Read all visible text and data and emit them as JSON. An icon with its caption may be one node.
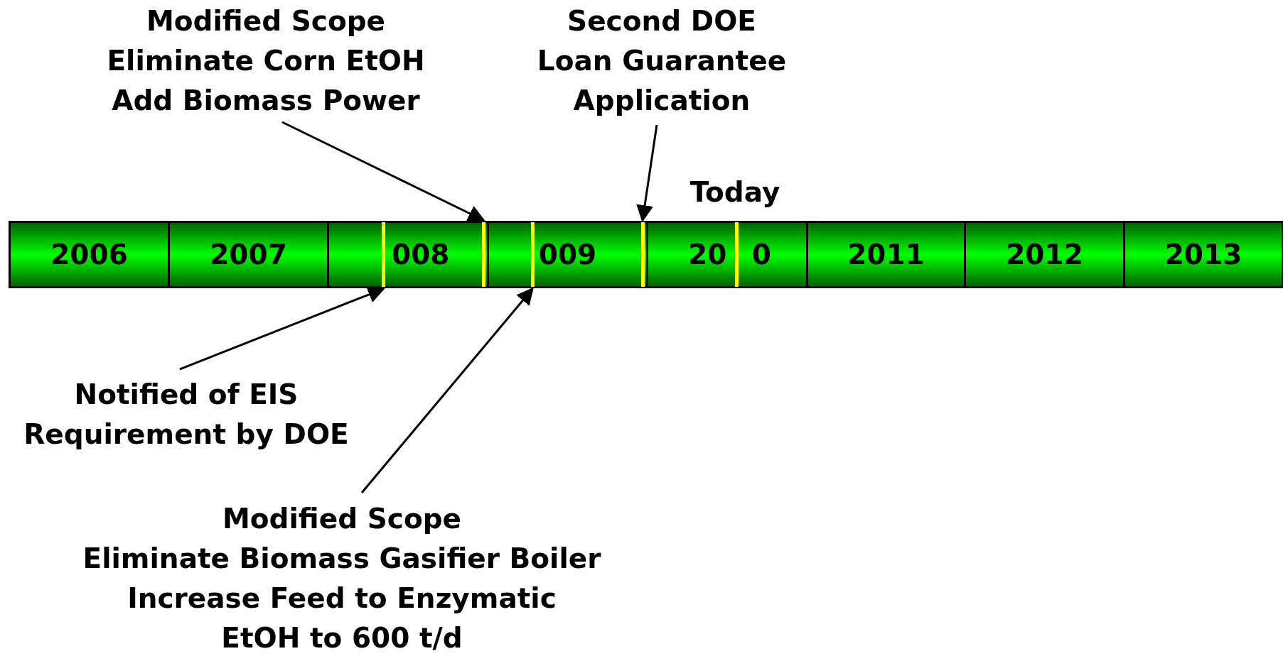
{
  "diagram": {
    "nodes": [
      {
        "text": [
          "2006"
        ]
      },
      {
        "text": [
          "2007"
        ]
      },
      {
        "text": [
          "008"
        ]
      },
      {
        "text": [
          "009"
        ]
      },
      {
        "text": [
          "20 0"
        ]
      },
      {
        "text": [
          "2011"
        ]
      },
      {
        "text": [
          "2012"
        ]
      },
      {
        "text": [
          "2013"
        ]
      },
      {
        "text": [],
        "shape": "bar",
        "in": 2
      },
      {
        "text": [],
        "shape": "bar",
        "in": 2
      },
      {
        "text": [],
        "shape": "bar",
        "in": 3
      },
      {
        "text": [],
        "shape": "bar",
        "in": 3
      },
      {
        "text": [],
        "shape": "bar",
        "in": 4
      },
      {
        "text": [
          "Modified Scope",
          "Eliminate Corn EtOH",
          "Add Biomass Power"
        ]
      },
      {
        "text": [
          "Second DOE Loan Guarantee Application"
        ]
      },
      {
        "text": [
          "Notified of EIS Requirement by DOE"
        ]
      },
      {
        "text": [
          "Modified Scope",
          "Eliminate Biomass Gasifier Boiler",
          "Increase Feed to Enzymatic EtOH to 600 t/d"
        ]
      }
    ],
    "edges": [
      {
        "from": 13,
        "to": 9,
        "arrow": "to"
      },
      {
        "from": 14,
        "to": 11,
        "arrow": "to"
      },
      {
        "from": 15,
        "to": 8,
        "arrow": "to"
      },
      {
        "from": 16,
        "to": 10,
        "arrow": "to"
      }
    ],
    "labels": [
      "Today"
    ]
  }
}
